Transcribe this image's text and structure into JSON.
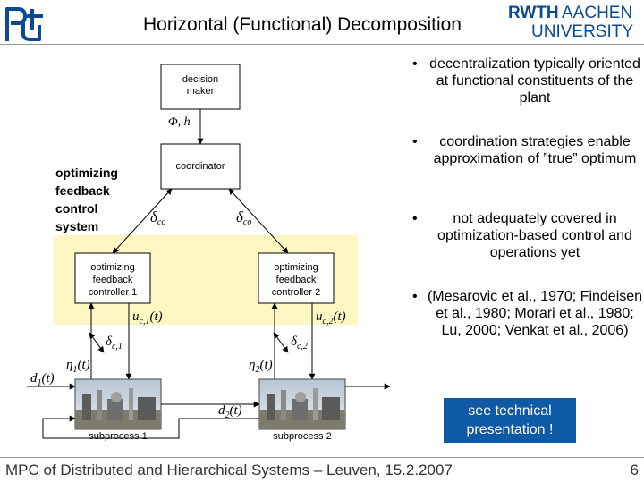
{
  "header": {
    "title": "Horizontal (Functional) Decomposition",
    "university_logo": {
      "line1": "RWTH",
      "line2": "AACHEN",
      "line3": "UNIVERSITY"
    }
  },
  "diagram": {
    "decision_maker": "decision maker",
    "phi_h": "Φ, h",
    "coordinator": "coordinator",
    "system_label": [
      "optimizing",
      "feedback",
      "control",
      "system"
    ],
    "delta_co_left": "δco",
    "delta_co_right": "δco",
    "controller1": [
      "optimizing",
      "feedback",
      "controller 1"
    ],
    "controller2": [
      "optimizing",
      "feedback",
      "controller 2"
    ],
    "uc1": "uc,1(t)",
    "uc2": "uc,2(t)",
    "dc1": "δc,1",
    "dc2": "δc,2",
    "eta1": "η1(t)",
    "eta2": "η2(t)",
    "d1": "d1(t)",
    "d2": "d2(t)",
    "subprocess1": "subprocess 1",
    "subprocess2": "subprocess 2",
    "highlight_color": "#fdf7c4"
  },
  "bullets": [
    {
      "symbol": "•",
      "text": "decentralization typically oriented at functional constituents of the plant"
    },
    {
      "symbol": "•",
      "text": "coordination strategies enable approximation of ”true” optimum"
    },
    {
      "symbol": "•",
      "text": "not adequately covered in optimization-based control and operations yet"
    },
    {
      "symbol": "•",
      "text": "(Mesarovic et al., 1970; Findeisen et al., 1980; Morari et al., 1980; Lu, 2000; Venkat et al., 2006)"
    }
  ],
  "see_button": "see technical presentation !",
  "footer": {
    "text": "MPC of Distributed and Hierarchical Systems – Leuven, 15.2.2007",
    "page": "6"
  },
  "colors": {
    "accent": "#0f5aa6",
    "logo": "#0b4a93"
  }
}
